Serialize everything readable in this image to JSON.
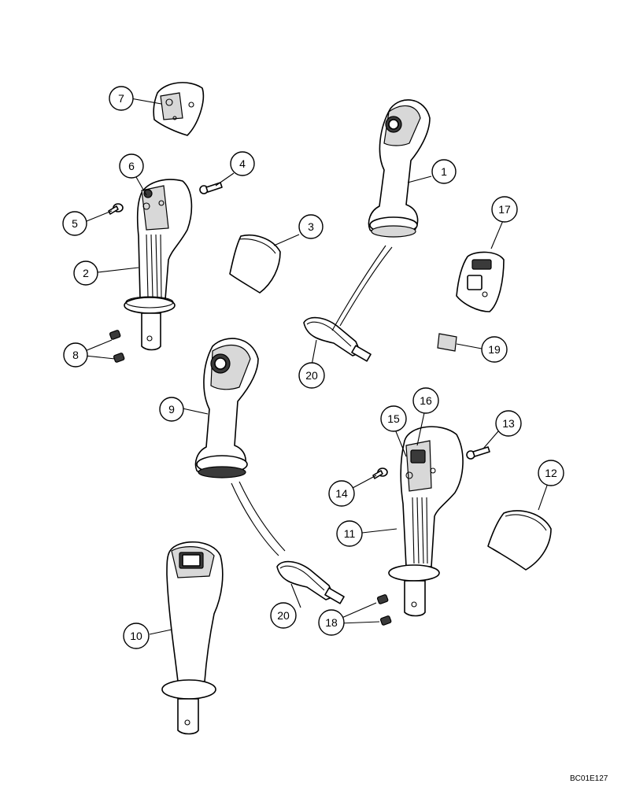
{
  "callouts": [
    "1",
    "2",
    "3",
    "4",
    "5",
    "6",
    "7",
    "8",
    "9",
    "10",
    "11",
    "12",
    "13",
    "14",
    "15",
    "16",
    "17",
    "18",
    "19",
    "20"
  ],
  "drawing_code": "BC01E127"
}
